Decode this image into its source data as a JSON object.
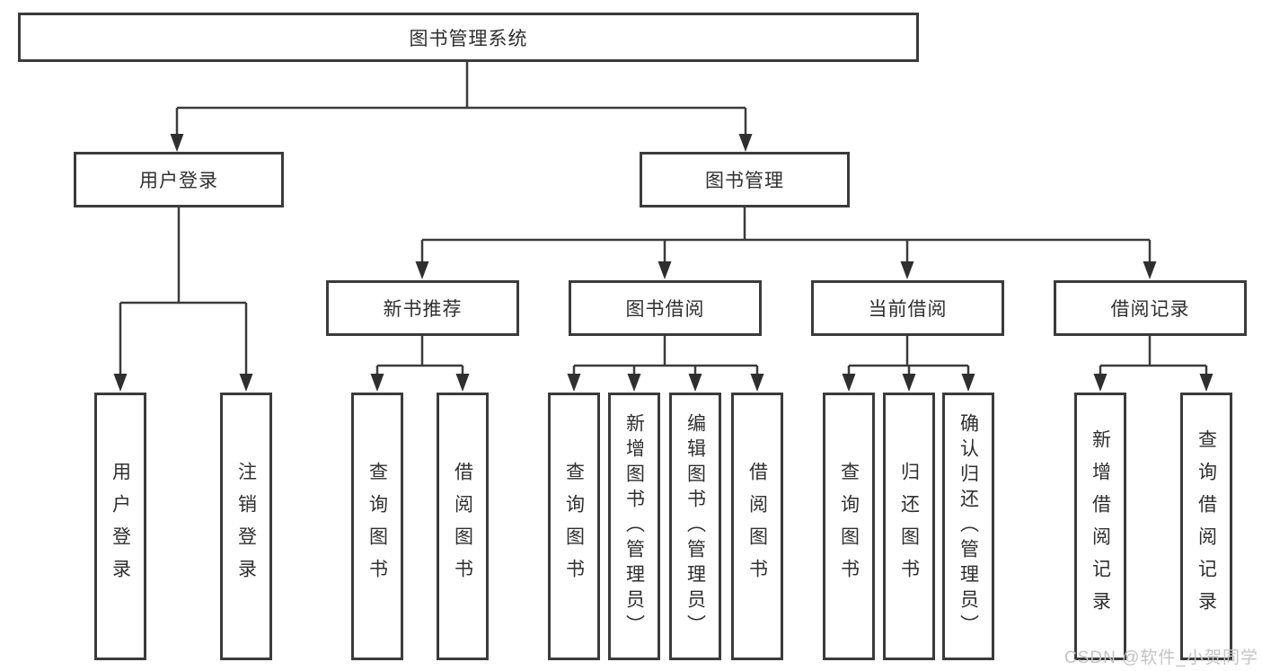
{
  "diagram": {
    "root": {
      "label": "图书管理系统"
    },
    "level2": [
      {
        "label": "用户登录"
      },
      {
        "label": "图书管理"
      }
    ],
    "level3": [
      {
        "label": "新书推荐"
      },
      {
        "label": "图书借阅"
      },
      {
        "label": "当前借阅"
      },
      {
        "label": "借阅记录"
      }
    ],
    "leaves": [
      "用户登录",
      "注销登录",
      "查询图书",
      "借阅图书",
      "查询图书",
      "新增图书（管理员）",
      "编辑图书（管理员）",
      "借阅图书",
      "查询图书",
      "归还图书",
      "确认归还（管理员）",
      "新增借阅记录",
      "查询借阅记录"
    ],
    "hierarchy": {
      "图书管理系统": {
        "用户登录": [
          "用户登录",
          "注销登录"
        ],
        "图书管理": {
          "新书推荐": [
            "查询图书",
            "借阅图书"
          ],
          "图书借阅": [
            "查询图书",
            "新增图书（管理员）",
            "编辑图书（管理员）",
            "借阅图书"
          ],
          "当前借阅": [
            "查询图书",
            "归还图书",
            "确认归还（管理员）"
          ],
          "借阅记录": [
            "新增借阅记录",
            "查询借阅记录"
          ]
        }
      }
    }
  },
  "watermark": "CSDN @软件_小贺同学",
  "colors": {
    "line": "#3b3b3b",
    "arrow": "#2f2f2f",
    "text": "#2f2f2f",
    "watermark": "#c3c3c3",
    "background": "#ffffff"
  }
}
